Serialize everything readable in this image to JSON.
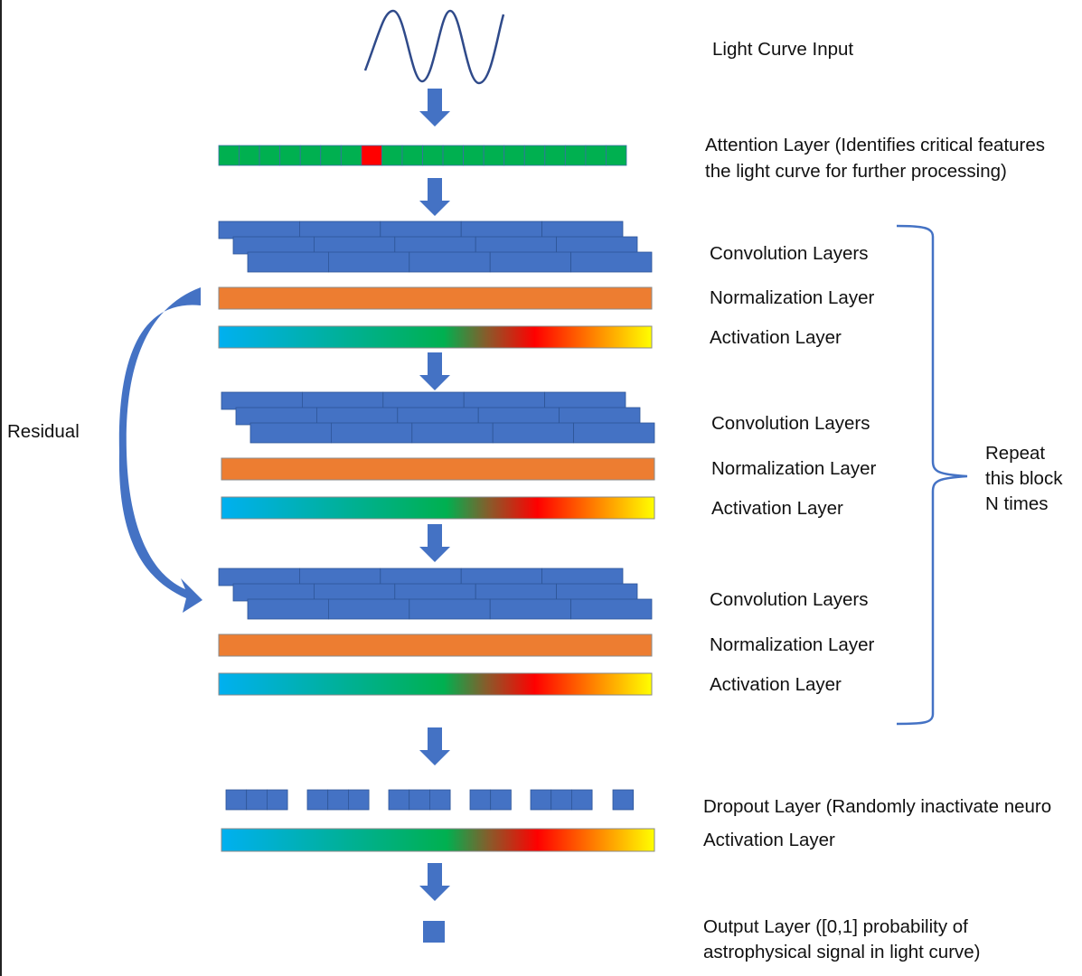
{
  "colors": {
    "primary_blue": "#4472C4",
    "attention_green": "#00B050",
    "attention_highlight_red": "#FF0000",
    "normalization_orange": "#ED7D31",
    "activation_gradient": [
      "#00B0F0",
      "#00B050",
      "#FF0000",
      "#FFFF00"
    ],
    "text": "#111111"
  },
  "input": {
    "label": "Light Curve Input",
    "icon": "sine-wave-icon"
  },
  "attention": {
    "label_line1": "Attention Layer (Identifies critical features",
    "label_line2": "the light curve for further processing)",
    "cell_count": 20,
    "highlighted_cell_index": 7
  },
  "blocks": [
    {
      "conv_label": "Convolution Layers",
      "norm_label": "Normalization Layer",
      "act_label": "Activation Layer"
    },
    {
      "conv_label": "Convolution Layers",
      "norm_label": "Normalization Layer",
      "act_label": "Activation Layer"
    },
    {
      "conv_label": "Convolution Layers",
      "norm_label": "Normalization Layer",
      "act_label": "Activation Layer"
    }
  ],
  "residual": {
    "label": "Residual"
  },
  "repeat": {
    "line1": "Repeat",
    "line2": "this block",
    "line3": "N times"
  },
  "dropout": {
    "label": "Dropout Layer (Randomly inactivate neuro",
    "groups": [
      3,
      3,
      3,
      2,
      3,
      1
    ]
  },
  "final_activation": {
    "label": "Activation Layer"
  },
  "output": {
    "label_line1": "Output Layer ([0,1] probability of",
    "label_line2": "astrophysical signal in light curve)"
  }
}
